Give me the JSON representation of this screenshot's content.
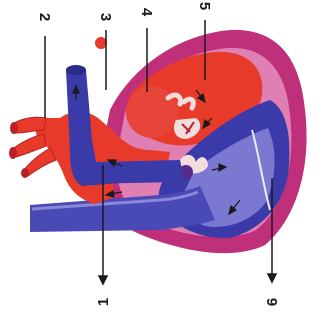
{
  "diagram": {
    "labels": [
      {
        "id": "label-1",
        "text": "1"
      },
      {
        "id": "label-2",
        "text": "2"
      },
      {
        "id": "label-3",
        "text": "3"
      },
      {
        "id": "label-4",
        "text": "4"
      },
      {
        "id": "label-5",
        "text": "5"
      },
      {
        "id": "label-6",
        "text": "6"
      }
    ],
    "colors": {
      "pericardium": "#c0307a",
      "pericardium_inner": "#e07fb3",
      "arterial_red": "#e83a2a",
      "arterial_dark": "#b8202a",
      "venous_blue": "#3a3aa8",
      "venous_light": "#7a78d0",
      "valve": "#f3dcdc",
      "background": "#ffffff"
    }
  }
}
